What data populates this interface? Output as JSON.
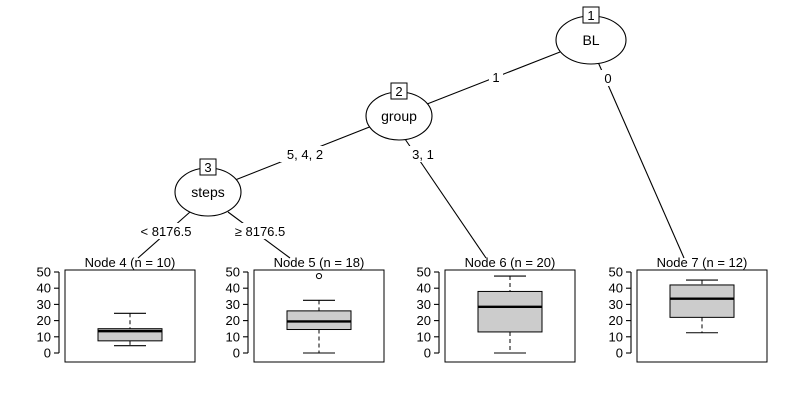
{
  "tree": {
    "inner_nodes": [
      {
        "id": "1",
        "label": "BL"
      },
      {
        "id": "2",
        "label": "group"
      },
      {
        "id": "3",
        "label": "steps"
      }
    ],
    "edges": [
      {
        "from": "1",
        "to": "2",
        "label": "1"
      },
      {
        "from": "1",
        "to": "7",
        "label": "0"
      },
      {
        "from": "2",
        "to": "3",
        "label": "5, 4, 2"
      },
      {
        "from": "2",
        "to": "6",
        "label": "3, 1"
      },
      {
        "from": "3",
        "to": "4",
        "label": "< 8176.5"
      },
      {
        "from": "3",
        "to": "5",
        "label": "≥ 8176.5"
      }
    ],
    "terminal_nodes": [
      {
        "id": "4",
        "title": "Node 4 (n = 10)",
        "min": 4.5,
        "q1": 7.5,
        "median": 13.5,
        "q3": 15,
        "max": 24.5,
        "outliers": []
      },
      {
        "id": "5",
        "title": "Node 5 (n = 18)",
        "min": 0,
        "q1": 14.5,
        "median": 19.5,
        "q3": 26,
        "max": 32.5,
        "outliers": [
          47.5
        ]
      },
      {
        "id": "6",
        "title": "Node 6 (n = 20)",
        "min": 0,
        "q1": 13,
        "median": 28.5,
        "q3": 38,
        "max": 47.5,
        "outliers": []
      },
      {
        "id": "7",
        "title": "Node 7 (n = 12)",
        "min": 12.5,
        "q1": 22,
        "median": 33.5,
        "q3": 42,
        "max": 45,
        "outliers": []
      }
    ],
    "y_axis": {
      "ticks": [
        "0",
        "10",
        "20",
        "30",
        "40",
        "50"
      ],
      "min": 0,
      "max": 50
    }
  }
}
